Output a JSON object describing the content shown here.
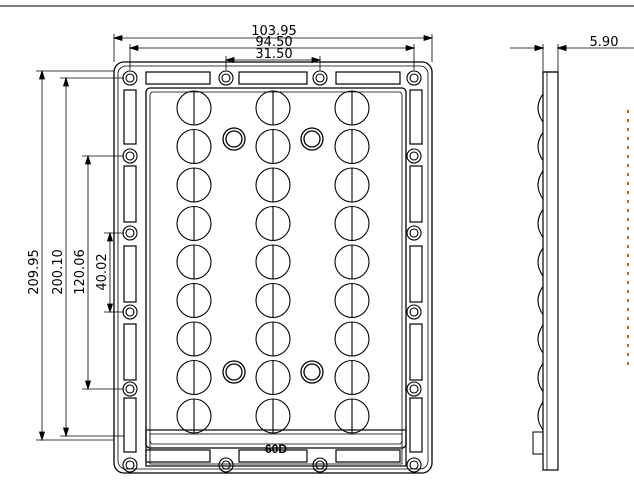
{
  "drawing": {
    "dimensions": {
      "overall_width": "103.95",
      "hole_span_outer": "94.50",
      "hole_span_inner": "31.50",
      "thickness": "5.90",
      "overall_height": "209.95",
      "hole_span_vertical": "200.10",
      "hole_span_mid": "120.06",
      "hole_span_small": "40.02"
    },
    "lens_label": "60D",
    "lens_grid": {
      "rows": 9,
      "cols": 3
    }
  }
}
